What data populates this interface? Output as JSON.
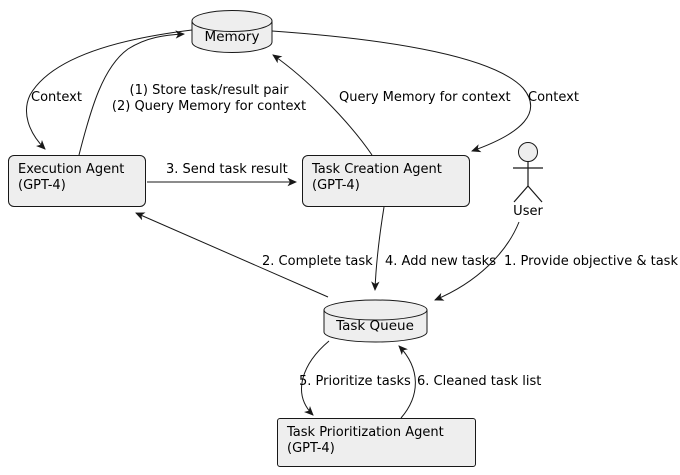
{
  "diagram": {
    "title": "Agent task orchestration diagram",
    "colors": {
      "background": "#ffffff",
      "node_fill": "#eeeeee",
      "stroke": "#181818",
      "text": "#000000"
    },
    "nodes": {
      "memory": {
        "type": "database",
        "label": "Memory"
      },
      "execution": {
        "type": "agent",
        "line1": "Execution Agent",
        "line2": "(GPT-4)"
      },
      "creation": {
        "type": "agent",
        "line1": "Task Creation Agent",
        "line2": "(GPT-4)"
      },
      "user": {
        "type": "actor",
        "label": "User"
      },
      "queue": {
        "type": "database",
        "label": "Task Queue"
      },
      "prioritization": {
        "type": "agent",
        "line1": "Task Prioritization Agent",
        "line2": "(GPT-4)"
      }
    },
    "edge_labels": {
      "context_left": "Context",
      "store_pair_line1": "(1) Store task/result pair",
      "store_pair_line2": "(2) Query Memory for context",
      "query_memory": "Query Memory for context",
      "context_right": "Context",
      "send_task_result": "3. Send task result",
      "complete_task": "2. Complete task",
      "add_new_tasks": "4. Add new tasks",
      "provide_objective": "1. Provide objective & task",
      "prioritize_tasks": "5. Prioritize tasks",
      "cleaned_task_list": "6. Cleaned task list"
    },
    "edges": [
      {
        "from": "Memory",
        "to": "Execution Agent (GPT-4)",
        "label": "Context"
      },
      {
        "from": "Execution Agent (GPT-4)",
        "to": "Memory",
        "label": "(1) Store task/result pair (2) Query Memory for context"
      },
      {
        "from": "Execution Agent (GPT-4)",
        "to": "Task Creation Agent (GPT-4)",
        "label": "3. Send task result"
      },
      {
        "from": "Task Creation Agent (GPT-4)",
        "to": "Memory",
        "label": "Query Memory for context"
      },
      {
        "from": "Memory",
        "to": "Task Creation Agent (GPT-4)",
        "label": "Context"
      },
      {
        "from": "Task Queue",
        "to": "Execution Agent (GPT-4)",
        "label": "2. Complete task"
      },
      {
        "from": "Task Creation Agent (GPT-4)",
        "to": "Task Queue",
        "label": "4. Add new tasks"
      },
      {
        "from": "User",
        "to": "Task Queue",
        "label": "1. Provide objective & task"
      },
      {
        "from": "Task Queue",
        "to": "Task Prioritization Agent (GPT-4)",
        "label": "5. Prioritize tasks"
      },
      {
        "from": "Task Prioritization Agent (GPT-4)",
        "to": "Task Queue",
        "label": "6. Cleaned task list"
      }
    ]
  }
}
